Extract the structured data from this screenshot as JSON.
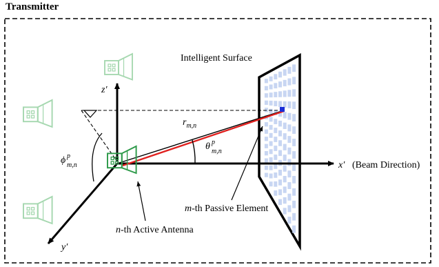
{
  "header": {
    "title": "Transmitter"
  },
  "labels": {
    "surface": "Intelligent Surface",
    "x_axis_sym": "x′",
    "x_axis_note": "(Beam Direction)",
    "y_axis_sym": "y′",
    "z_axis_sym": "z′",
    "distance_base": "r",
    "distance_sub": "m,n",
    "theta_base": "θ",
    "theta_sup": "p",
    "theta_sub": "m,n",
    "phi_base": "ϕ",
    "phi_sup": "p",
    "phi_sub": "m,n",
    "passive_sym": "m",
    "passive_text": "-th Passive Element",
    "active_sym": "n",
    "active_text": "-th Active Antenna"
  },
  "colors": {
    "axis": "#000000",
    "ray": "#e0201e",
    "antenna": "#2e9a4a",
    "antenna_faded": "#a6d8b0",
    "surface_cells": "#c8d6f2",
    "passive_element": "#1a2ed8"
  },
  "icons": [
    "horn-antenna-icon",
    "passive-element-icon"
  ]
}
